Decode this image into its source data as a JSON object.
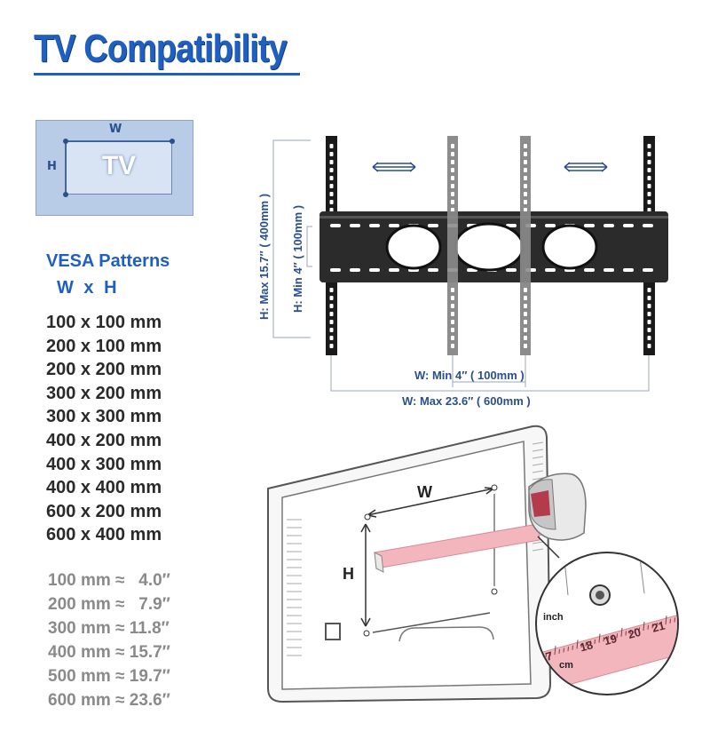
{
  "header": {
    "title": "TV Compatibility"
  },
  "tv_diagram": {
    "label": "TV",
    "w_label": "W",
    "h_label": "H"
  },
  "vesa": {
    "title": "VESA Patterns",
    "wh": "W x H",
    "patterns": [
      "100 x 100 mm",
      "200 x 100 mm",
      "200 x 200 mm",
      "300 x 200 mm",
      "300 x 300 mm",
      "400 x 200 mm",
      "400 x 300 mm",
      "400 x 400 mm",
      "600 x 200 mm",
      "600 x 400 mm"
    ]
  },
  "conversions": [
    "100 mm ≈   4.0″",
    "200 mm ≈   7.9″",
    "300 mm ≈ 11.8″",
    "400 mm ≈ 15.7″",
    "500 mm ≈ 19.7″",
    "600 mm ≈ 23.6″"
  ],
  "bracket": {
    "h_max": "H: Max 15.7″ ( 400mm )",
    "h_min": "H: Min 4″ ( 100mm )",
    "w_min": "W: Min 4″ ( 100mm )",
    "w_max": "W: Max 23.6″ ( 600mm )"
  },
  "measure": {
    "w_label": "W",
    "h_label": "H",
    "inch_label": "inch",
    "cm_label": "cm",
    "tape_numbers": [
      "7",
      "18",
      "19",
      "20",
      "21"
    ]
  },
  "colors": {
    "title_blue": "#1f5fbf",
    "tape_pink": "#f4b6bd"
  }
}
